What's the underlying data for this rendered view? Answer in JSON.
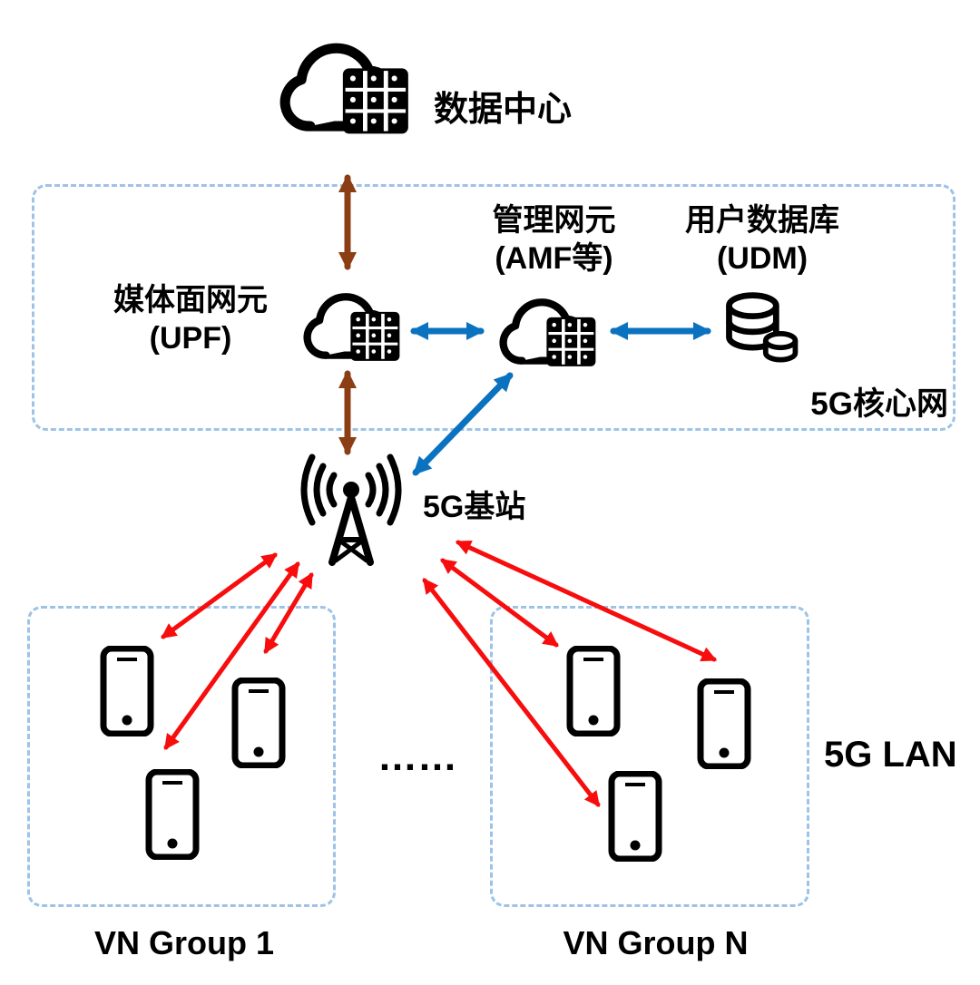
{
  "diagram": {
    "data_center": {
      "label": "数据中心"
    },
    "core_network": {
      "label": "5G核心网",
      "upf": {
        "line1": "媒体面网元",
        "line2": "(UPF)"
      },
      "amf": {
        "line1": "管理网元",
        "line2": "(AMF等)"
      },
      "udm": {
        "line1": "用户数据库",
        "line2": "(UDM)"
      }
    },
    "base_station": {
      "label": "5G基站"
    },
    "lan": {
      "label": "5G LAN",
      "ellipsis": "……"
    },
    "groups": [
      {
        "label": "VN Group 1"
      },
      {
        "label": "VN Group N"
      }
    ],
    "colors": {
      "arrow_brown": "#8b3e14",
      "arrow_blue": "#0b72c0",
      "arrow_red": "#f70d0d",
      "box_border": "#9dc3e6",
      "icon_black": "#111111"
    }
  }
}
